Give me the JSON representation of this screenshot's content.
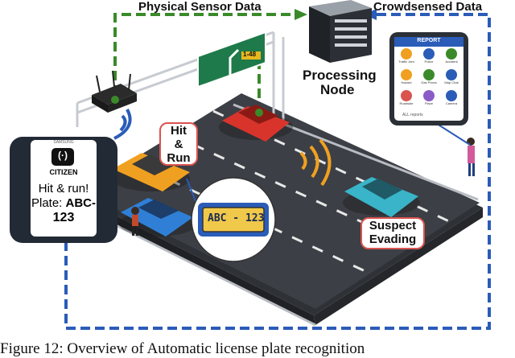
{
  "labels": {
    "physical_sensor_data": "Physical Sensor Data",
    "crowdsensed_data": "Crowdsensed Data",
    "processing_node": "Processing\nNode",
    "processing_line1": "Processing",
    "processing_line2": "Node",
    "hit_run_1": "Hit",
    "hit_run_2": "&",
    "hit_run_3": "Run",
    "suspect_1": "Suspect",
    "suspect_2": "Evading"
  },
  "phone": {
    "brand": "SAMSUNG",
    "app": "CITIZEN",
    "line1": "Hit & run!",
    "line2_prefix": "Plate: ",
    "line2_bold": "ABC-",
    "line3_bold": "123"
  },
  "plate": {
    "text": "ABC - 123"
  },
  "sign": {
    "text": "1-48"
  },
  "report_app": {
    "title": "REPORT",
    "items": [
      "Traffic Jam",
      "Police",
      "Accident",
      "Hazard",
      "Gas Prices",
      "Map Chat",
      "Roadside",
      "Place",
      "Camera"
    ],
    "footer": "ALL reports"
  },
  "caption": "Figure 12: Overview of Automatic license plate recognition",
  "colors": {
    "physical_line": "#3a8a2a",
    "crowd_line": "#2a5cb8",
    "tag_border": "#d9534f",
    "road": "#3c3f45",
    "car_red": "#d8342c",
    "car_orange": "#f0a020",
    "car_blue": "#2f7fd6",
    "car_teal": "#39b4c8"
  }
}
